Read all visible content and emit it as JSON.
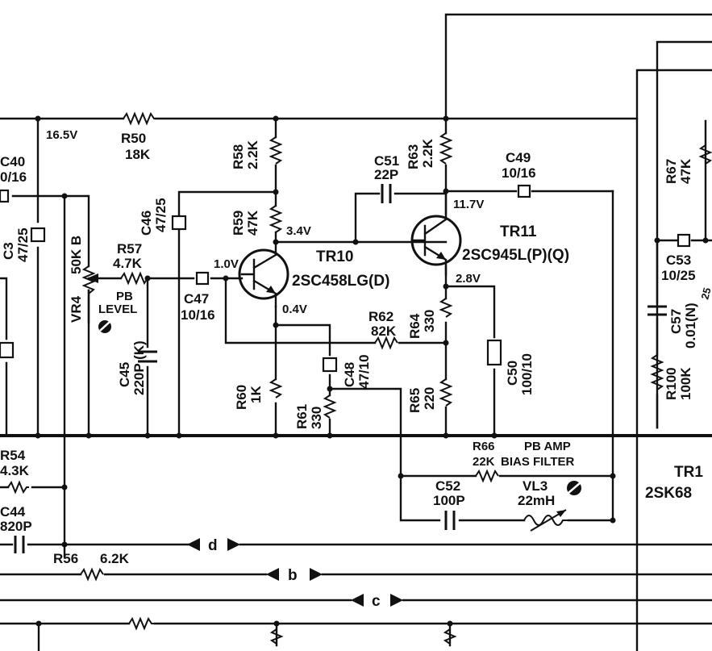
{
  "voltages": {
    "supply": "16.5V",
    "tr10_collector": "3.4V",
    "tr10_base": "1.0V",
    "tr10_emitter": "0.4V",
    "tr11_collector": "11.7V",
    "tr11_emitter": "2.8V"
  },
  "resistors": {
    "r50": {
      "name": "R50",
      "value": "18K"
    },
    "r58": {
      "name": "R58",
      "value": "2.2K"
    },
    "r59": {
      "name": "R59",
      "value": "47K"
    },
    "r57": {
      "name": "R57",
      "value": "4.7K"
    },
    "r60": {
      "name": "R60",
      "value": "1K"
    },
    "r61": {
      "name": "R61",
      "value": "330"
    },
    "r62": {
      "name": "R62",
      "value": "82K"
    },
    "r63": {
      "name": "R63",
      "value": "2.2K"
    },
    "r64": {
      "name": "R64",
      "value": "330"
    },
    "r65": {
      "name": "R65",
      "value": "220"
    },
    "r66": {
      "name": "R66",
      "value": "22K"
    },
    "r54": {
      "name": "R54",
      "value": "4.3K"
    },
    "r56": {
      "name": "R56",
      "value": "6.2K"
    },
    "r67": {
      "name": "R67",
      "value": "47K"
    },
    "r100": {
      "name": "R100",
      "value": "100K"
    }
  },
  "capacitors": {
    "c40": {
      "name": "C40",
      "value": "0/16"
    },
    "c46": {
      "name": "C46",
      "value": "47/25"
    },
    "c47": {
      "name": "C47",
      "value": "10/16"
    },
    "c45": {
      "name": "C45",
      "value": "220P (K)"
    },
    "c48": {
      "name": "C48",
      "value": "47/10"
    },
    "c51": {
      "name": "C51",
      "value": "22P"
    },
    "c49": {
      "name": "C49",
      "value": "10/16"
    },
    "c50": {
      "name": "C50",
      "value": "100/10"
    },
    "c52": {
      "name": "C52",
      "value": "100P"
    },
    "c53": {
      "name": "C53",
      "value": "10/25"
    },
    "c57": {
      "name": "C57",
      "value": "0.01(N)"
    },
    "c44": {
      "name": "C44",
      "value": "820P"
    },
    "c_left_partial": {
      "name": "C3",
      "value": "47/25"
    }
  },
  "transistors": {
    "tr10": {
      "name": "TR10",
      "part": "2SC458LG(D)"
    },
    "tr11": {
      "name": "TR11",
      "part": "2SC945L(P)(Q)"
    },
    "tr1_partial": {
      "name": "TR1",
      "part": "2SK68"
    }
  },
  "vr4": {
    "name": "VR4",
    "value": "50K B"
  },
  "pb_level": {
    "line1": "PB",
    "line2": "LEVEL"
  },
  "filter": {
    "line1": "PB  AMP",
    "line2": "BIAS  FILTER"
  },
  "vl3": {
    "name": "VL3",
    "value": "22mH"
  },
  "buses": {
    "d": "d",
    "b": "b",
    "c": "c"
  },
  "partial_label": "25"
}
